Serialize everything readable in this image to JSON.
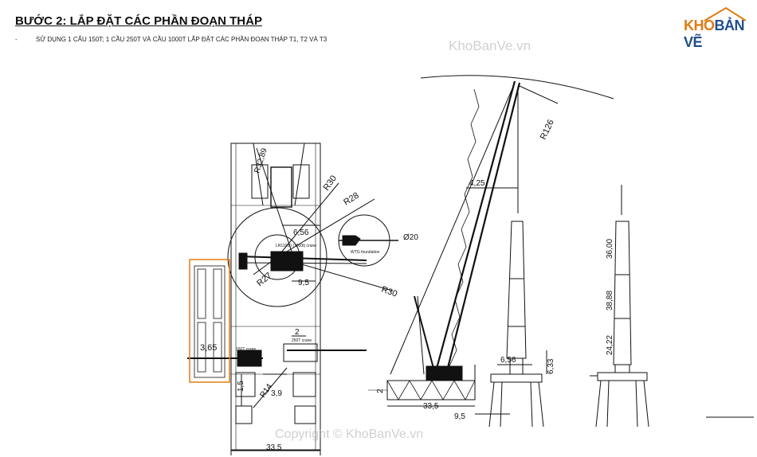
{
  "header": {
    "title": "BƯỚC 2: LẮP ĐẶT CÁC PHẦN ĐOẠN THÁP",
    "bullet": "-",
    "subtitle": "SỬ DỤNG 1 CẨU 150T; 1 CẦU 250T VÀ CẦU 1000T LẮP ĐẶT CÁC PHẦN ĐOẠN THÁP T1, T2 VÀ T3"
  },
  "logo": {
    "part1": "KHO",
    "part2": "BẢN VẼ"
  },
  "watermarks": {
    "top": "KhoBanVe.vn",
    "bottom": "Copyright © KhoBanVe.vn"
  },
  "plan": {
    "r3289": "R32,89",
    "r30a": "R30",
    "r28": "R28",
    "d656": "6,56",
    "crane1000": "LR11000 (1000t) crane",
    "phi20": "Ø20",
    "wtg": "WTG foundation",
    "r27": "R27",
    "d95": "9,5",
    "r30b": "R30",
    "d2": "2",
    "crane250": "250T crane",
    "d365": "3,65",
    "crane150": "150T crane",
    "d15": "1,5",
    "r14": "R14",
    "d39": "3,9",
    "d335": "33,5"
  },
  "elevation": {
    "r126": "R126",
    "d425": "4,25",
    "d656": "6,56",
    "d633": "6,33",
    "d2": "2",
    "d335": "33,5",
    "d95": "9,5",
    "d3600": "36,00",
    "d3888": "38,88",
    "d2422": "24,22"
  },
  "colors": {
    "line": "#111111",
    "orange": "#e07b12",
    "blue": "#1f4e8c"
  }
}
